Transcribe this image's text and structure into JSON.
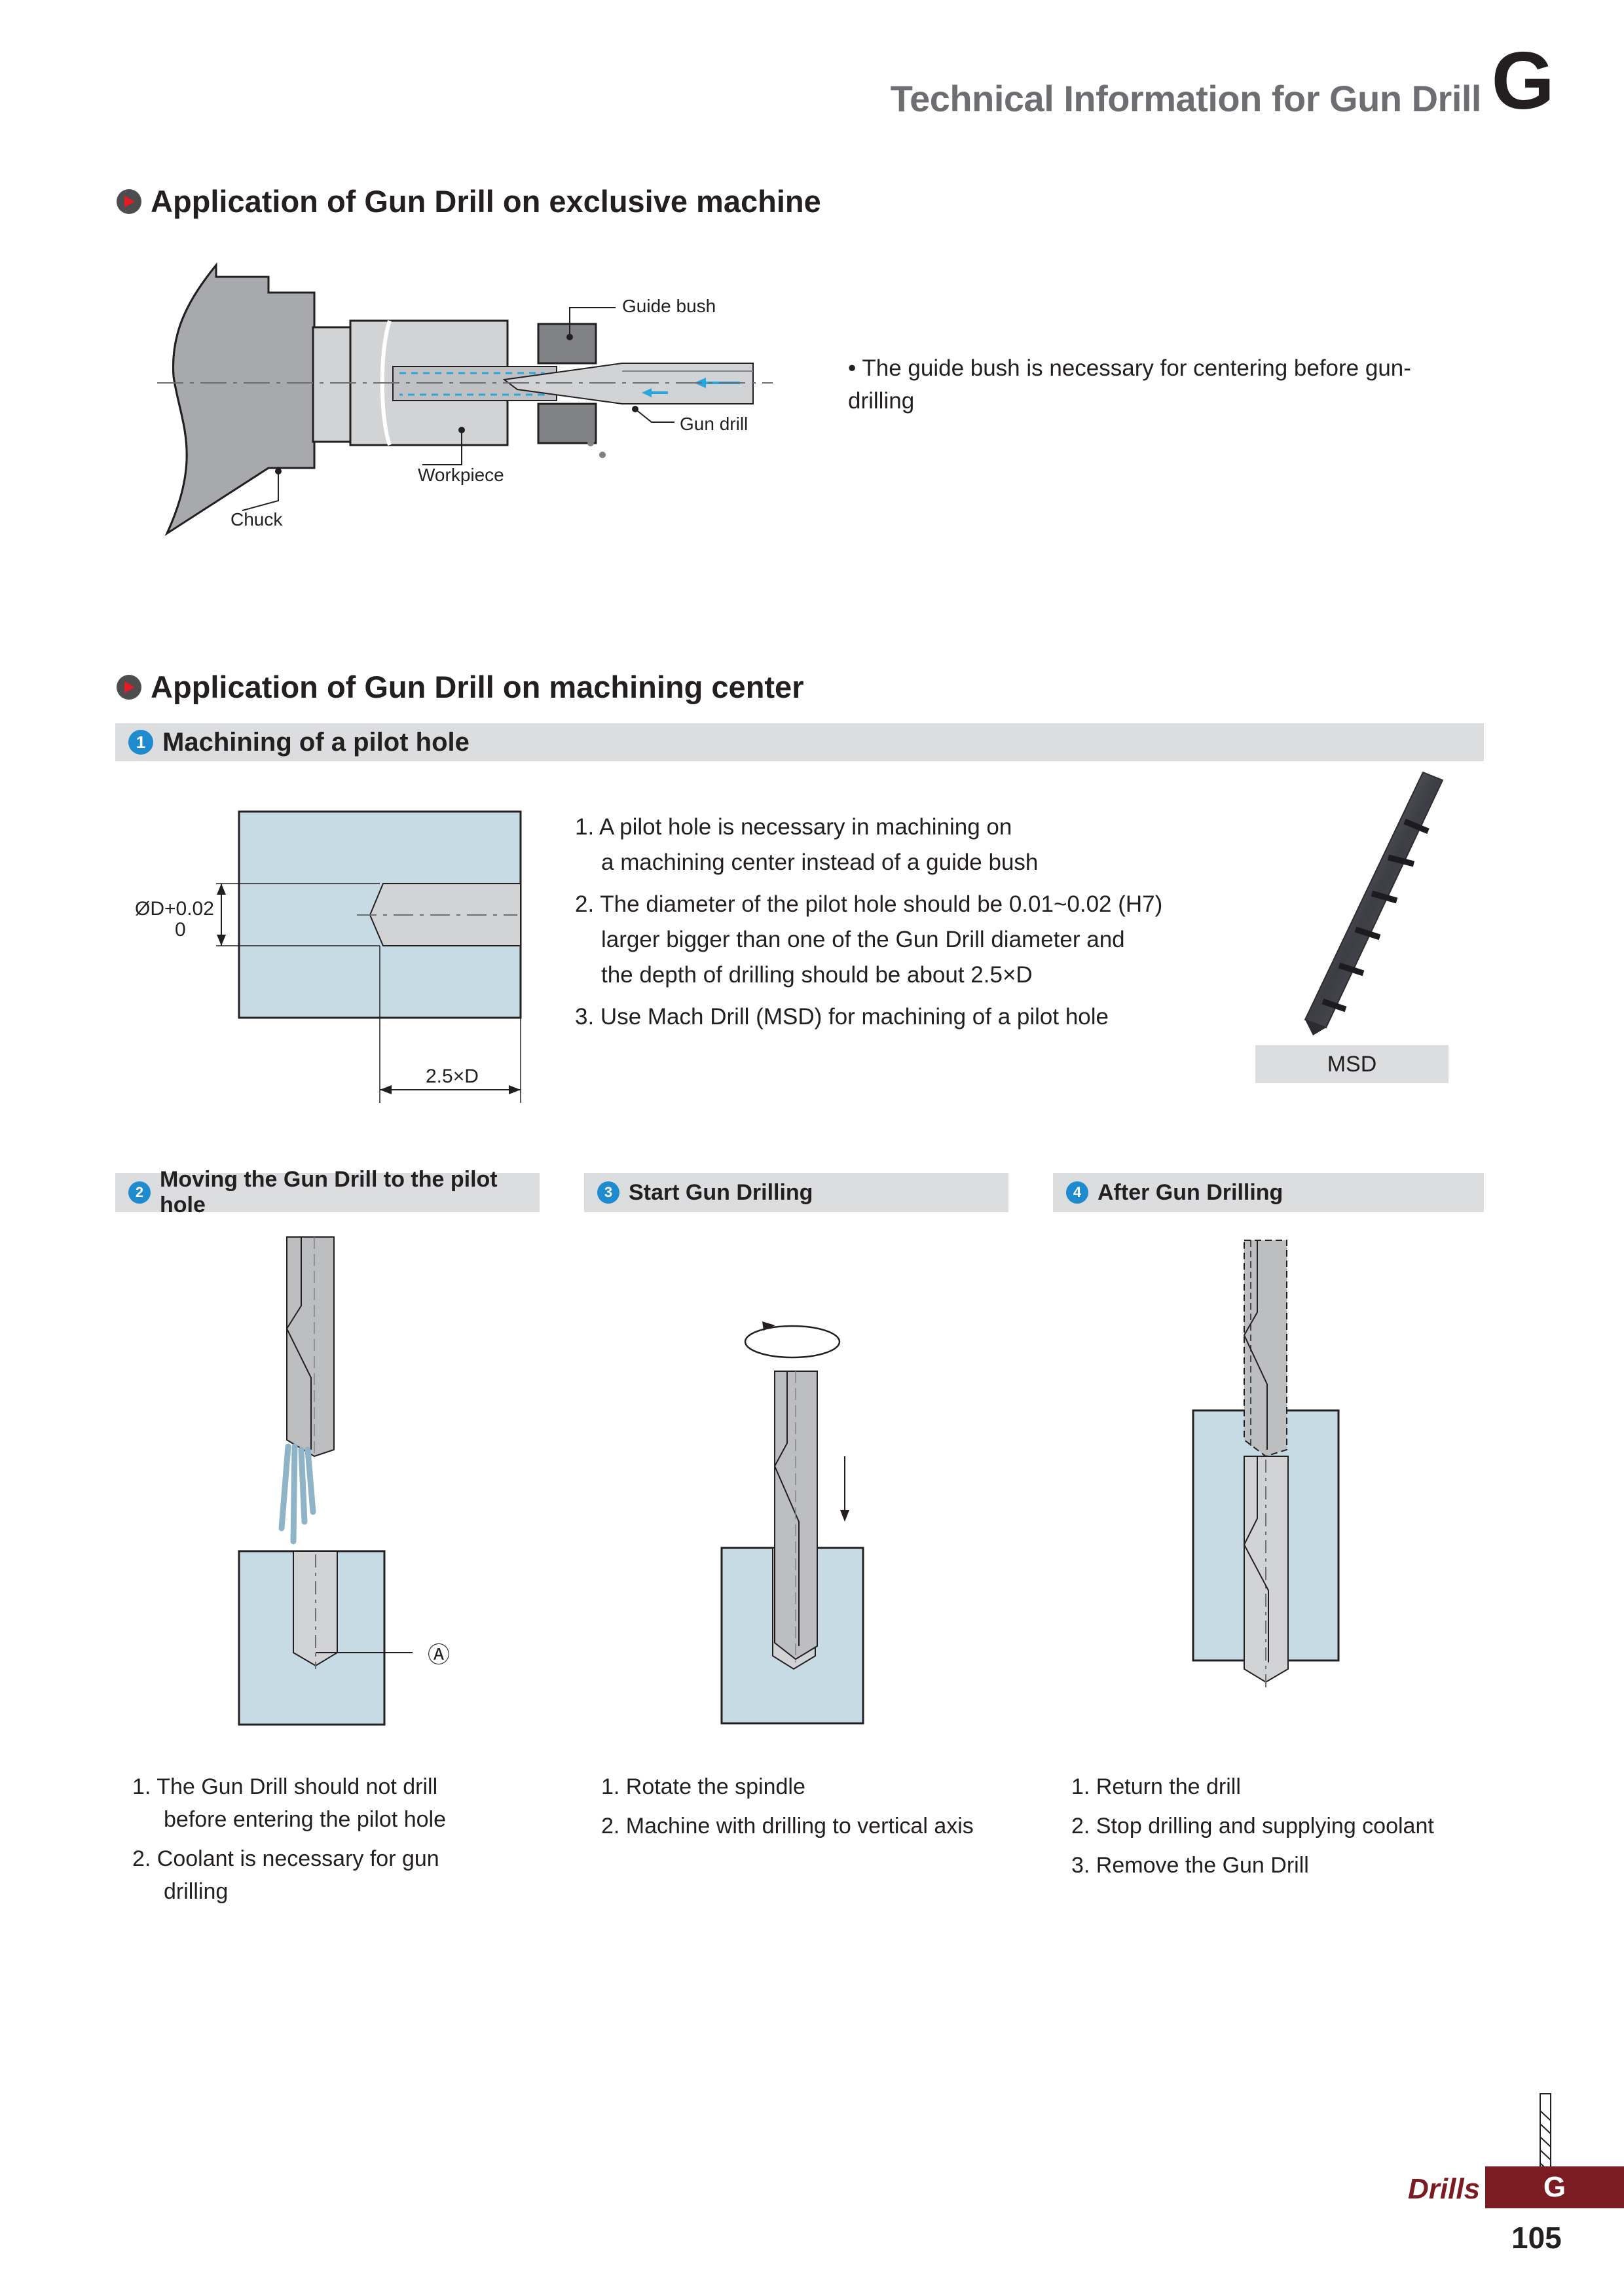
{
  "header": {
    "title": "Technical Information for Gun Drill",
    "letter": "G"
  },
  "section1": {
    "title": "Application of Gun Drill on exclusive machine",
    "labels": {
      "guide_bush": "Guide bush",
      "gun_drill": "Gun drill",
      "workpiece": "Workpiece",
      "chuck": "Chuck"
    },
    "bullet": "The guide bush is necessary for centering before gun-drilling"
  },
  "section2": {
    "title": "Application of Gun Drill on machining center",
    "step1": {
      "num": "1",
      "title": "Machining of a pilot hole",
      "dim_label": "ØD+0.02",
      "dim_lower": "0",
      "depth_label": "2.5×D",
      "items": [
        {
          "line1": "1. A pilot hole is necessary in machining on",
          "line2": "a machining center instead of a guide bush"
        },
        {
          "line1": "2. The diameter of the pilot hole should be 0.01~0.02 (H7)",
          "line2": "larger bigger than one of the Gun Drill diameter and",
          "line3": "the depth of drilling should be about 2.5×D"
        },
        {
          "line1": "3. Use Mach Drill (MSD) for machining of a pilot hole"
        }
      ],
      "msd_label": "MSD"
    },
    "step2": {
      "num": "2",
      "title": "Moving the Gun Drill to the pilot hole",
      "marker": "Ⓐ",
      "items": [
        {
          "line1": "1. The Gun Drill should not drill",
          "line2": "before entering the pilot hole"
        },
        {
          "line1": "2. Coolant is necessary for gun",
          "line2": "drilling"
        }
      ]
    },
    "step3": {
      "num": "3",
      "title": "Start Gun Drilling",
      "items": [
        "1. Rotate the spindle",
        "2. Machine with drilling to vertical axis"
      ]
    },
    "step4": {
      "num": "4",
      "title": "After Gun Drilling",
      "items": [
        "1. Return the drill",
        "2. Stop drilling and supplying coolant",
        "3. Remove the Gun Drill"
      ]
    }
  },
  "footer": {
    "category": "Drills",
    "letter": "G",
    "page": "105"
  },
  "colors": {
    "accent_red": "#e31b23",
    "badge_blue": "#1e8bcf",
    "bar_gray": "#dcdddf",
    "footer_maroon": "#7b1c22",
    "workpiece_blue": "#c7dbe4"
  }
}
